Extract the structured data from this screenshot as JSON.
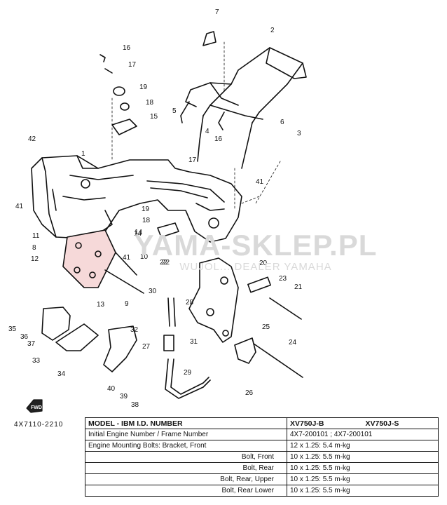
{
  "labels": [
    "1",
    "2",
    "3",
    "4",
    "5",
    "6",
    "7",
    "8",
    "9",
    "10",
    "11",
    "12",
    "13",
    "14",
    "15",
    "16",
    "17",
    "18",
    "19",
    "20",
    "21",
    "22",
    "23",
    "24",
    "25",
    "26",
    "27",
    "28",
    "29",
    "30",
    "31",
    "32",
    "33",
    "34",
    "35",
    "36",
    "37",
    "38",
    "39",
    "40",
    "41",
    "42"
  ],
  "watermark": {
    "title": "YAMA-SKLEP.PL",
    "subtitle": "WUJOL... DEALER YAMAHA"
  },
  "fwd_mark": "FWD",
  "part_code": "4X7110-2210",
  "spec_table": {
    "header": {
      "model": "MODEL - IBM I.D. NUMBER",
      "col_a": "XV750J-B",
      "col_b": "XV750J-S"
    },
    "initial_number": {
      "label": "Initial Engine Number / Frame Number",
      "value": "4X7-200101 ; 4X7-200101"
    },
    "rows": [
      {
        "label": "Engine Mounting Bolts: Bracket, Front",
        "value": "12 x 1.25: 5.4 m-kg"
      },
      {
        "label": "Bolt, Front",
        "value": "10 x 1.25: 5.5 m-kg"
      },
      {
        "label": "Bolt, Rear",
        "value": "10 x 1.25: 5.5 m-kg"
      },
      {
        "label": "Bolt, Rear, Upper",
        "value": "10 x 1.25: 5.5 m-kg"
      },
      {
        "label": "Bolt, Rear Lower",
        "value": "10 x 1.25: 5.5 m-kg"
      }
    ]
  },
  "colors": {
    "ink": "#111111",
    "watermark": "#d9d9d9",
    "highlight": "#f6d9d9"
  }
}
